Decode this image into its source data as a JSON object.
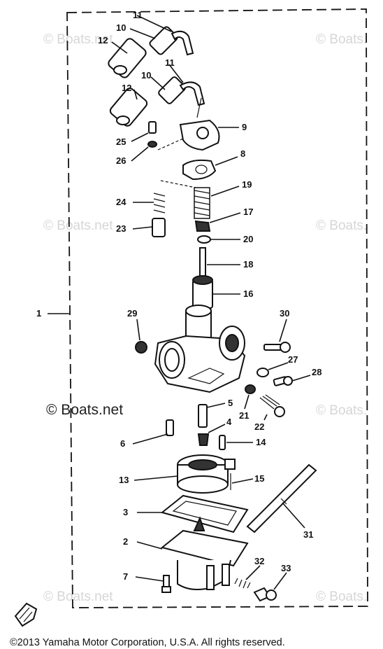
{
  "watermark": {
    "text": "© Boats.net",
    "partial_text": "© Boats.",
    "dark_text": "© Boats.net"
  },
  "callouts": {
    "assembly": "1",
    "body": "2",
    "gasket_bowl": "3",
    "float_valve": "4",
    "needle_jet": "5",
    "main_jet": "6",
    "screw_bowl": "7",
    "gasket_cap": "8",
    "cap": "9",
    "clamp_a": "10",
    "tube_a": "11",
    "hose_a": "12",
    "clamp_b": "10",
    "tube_b": "11",
    "hose_b": "12",
    "float": "13",
    "float_pin": "14",
    "pin": "15",
    "throttle_valve": "16",
    "clip": "17",
    "jet_needle": "18",
    "spring_throttle": "19",
    "seat": "20",
    "pilot_jet": "21",
    "air_screw": "22",
    "plunger": "23",
    "spring_plunger": "24",
    "screw_cap": "25",
    "washer": "26",
    "throttle_screw": "27",
    "spring_screw": "28",
    "plug": "29",
    "screw_body": "30",
    "overflow_pipe": "31",
    "spring_drain": "32",
    "drain_screw": "33"
  },
  "copyright": "©2013 Yamaha Motor Corporation, U.S.A. All rights reserved."
}
